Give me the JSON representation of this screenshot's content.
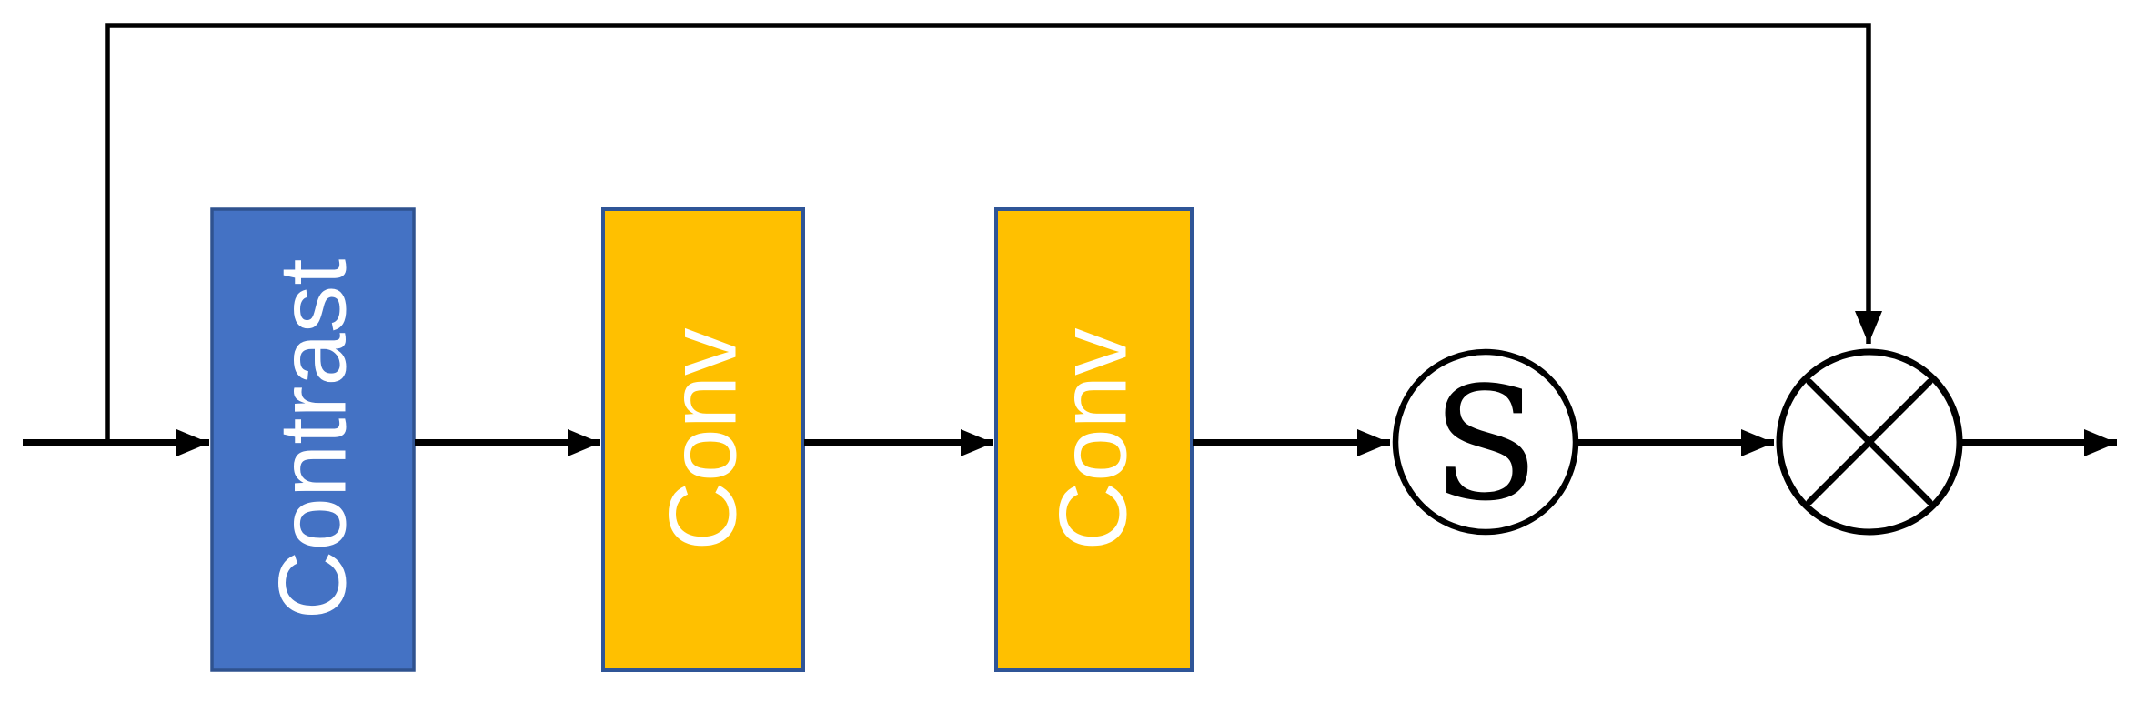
{
  "diagram": {
    "background": "#FFFFFF",
    "line_color": "#000000",
    "blocks": [
      {
        "id": "contrast",
        "label": "Contrast",
        "fill": "#4472C4",
        "border": "#2F528F",
        "text_color": "#FFFFFF"
      },
      {
        "id": "conv1",
        "label": "Conv",
        "fill": "#FFC000",
        "border": "#2F5597",
        "text_color": "#FFFFFF"
      },
      {
        "id": "conv2",
        "label": "Conv",
        "fill": "#FFC000",
        "border": "#2F5597",
        "text_color": "#FFFFFF"
      }
    ],
    "nodes": [
      {
        "id": "sigmoid",
        "label": "S",
        "stroke": "#000000",
        "fill": "#FFFFFF"
      },
      {
        "id": "multiply",
        "icon": "circled-times-icon",
        "stroke": "#000000",
        "fill": "#FFFFFF"
      }
    ]
  }
}
